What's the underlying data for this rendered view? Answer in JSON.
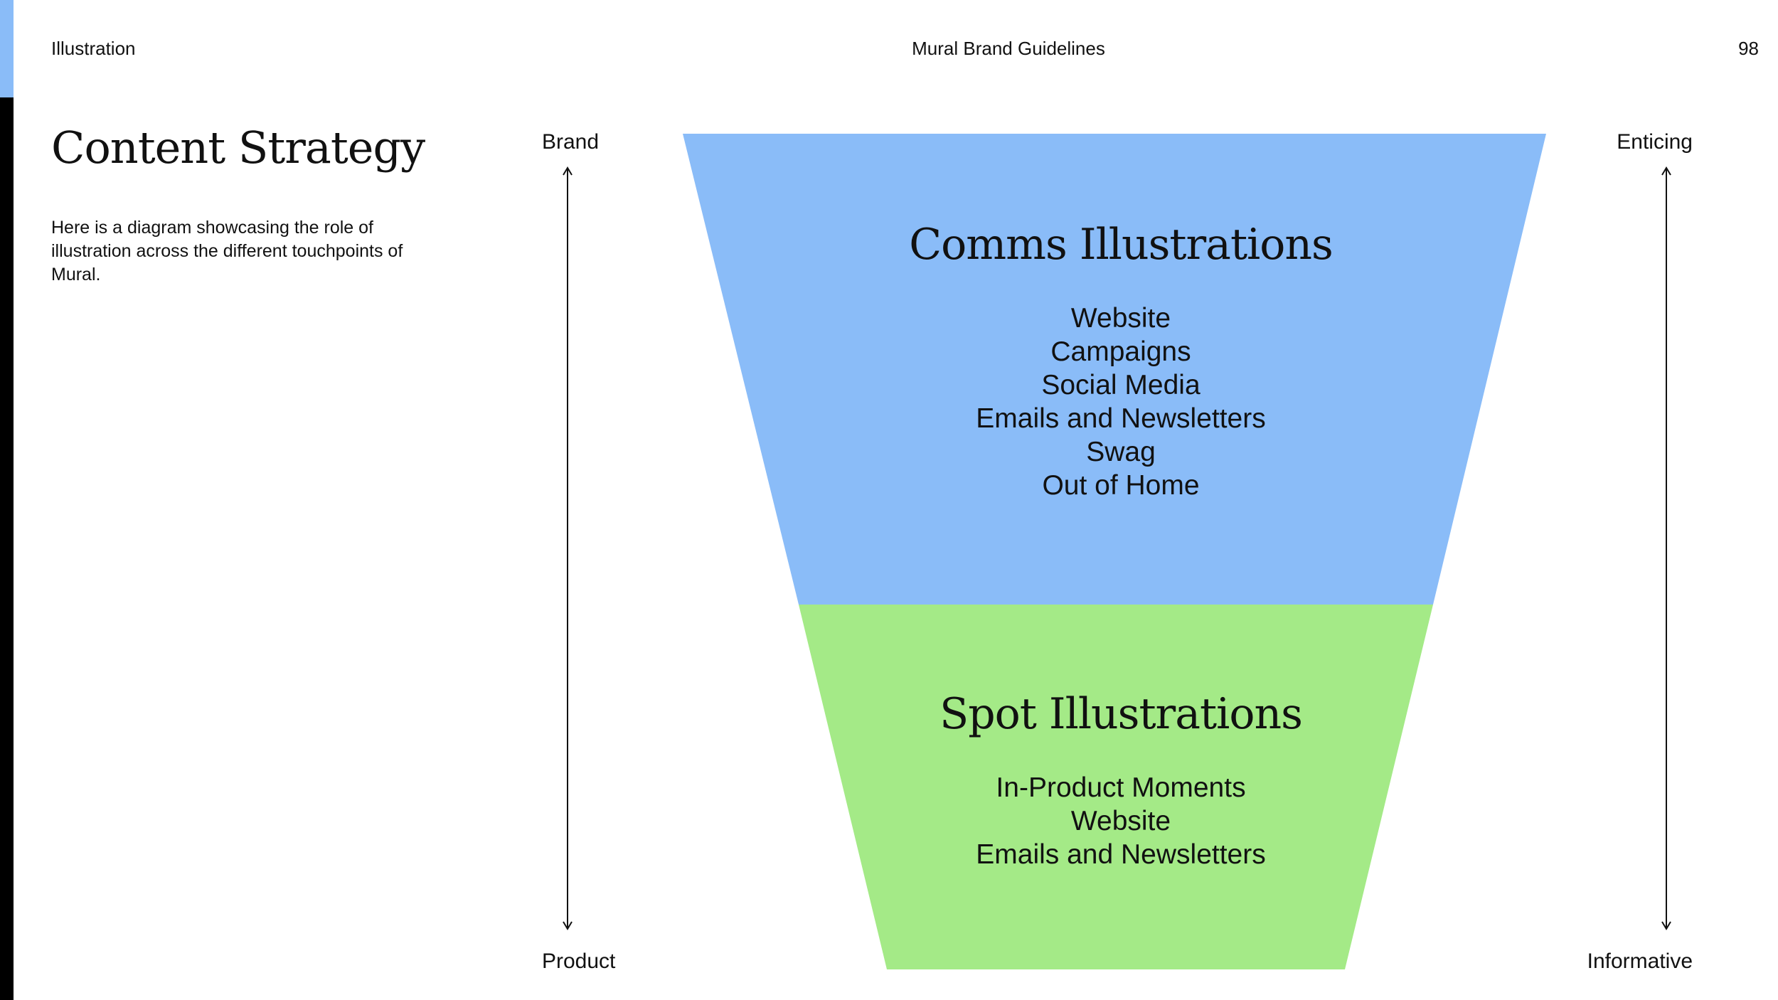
{
  "header": {
    "section": "Illustration",
    "document_title": "Mural Brand Guidelines",
    "page_number": "98"
  },
  "page": {
    "title": "Content Strategy",
    "intro": "Here is a diagram showcasing the role of illustration across the different touchpoints of Mural."
  },
  "axes": {
    "left": {
      "top": "Brand",
      "bottom": "Product"
    },
    "right": {
      "top": "Enticing",
      "bottom": "Informative"
    }
  },
  "funnel": {
    "tiers": [
      {
        "title": "Comms Illustrations",
        "color": "#8abcf8",
        "items": [
          "Website",
          "Campaigns",
          "Social Media",
          "Emails and Newsletters",
          "Swag",
          "Out of Home"
        ]
      },
      {
        "title": "Spot Illustrations",
        "color": "#a4ea87",
        "items": [
          "In-Product Moments",
          "Website",
          "Emails and Newsletters"
        ]
      }
    ]
  },
  "colors": {
    "accent_blue": "#8abcf8",
    "accent_green": "#a4ea87",
    "edge_black": "#000000",
    "text": "#111111"
  }
}
